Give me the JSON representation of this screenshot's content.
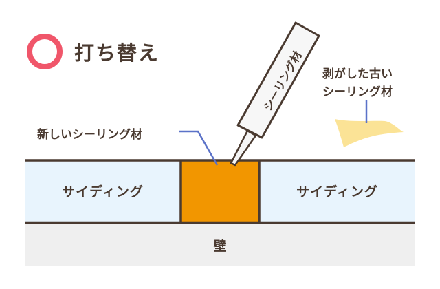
{
  "title": {
    "text": "打ち替え",
    "marker": "circle-o-icon",
    "marker_color": "#f0566a"
  },
  "labels": {
    "new_sealant": "新しいシーリング材",
    "old_sealant_line1": "剥がした古い",
    "old_sealant_line2": "シーリング材",
    "caulk_tube": "シーリング材"
  },
  "layers": {
    "siding_left": "サイディング",
    "siding_right": "サイディング",
    "wall": "壁"
  },
  "colors": {
    "sealant": "#f29600",
    "siding": "#e8f4fd",
    "wall": "#efefef",
    "outline": "#4a3a30",
    "leader": "#5b72c8",
    "old_sealant": "#fbe396"
  }
}
